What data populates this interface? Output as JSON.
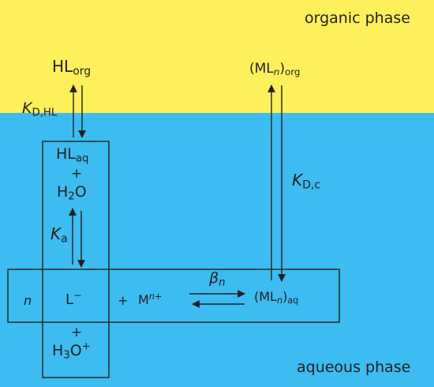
{
  "phases": {
    "organic": {
      "label": "organic phase",
      "color": "#fdf05a"
    },
    "aqueous": {
      "label": "aqueous phase",
      "color": "#3cbcf0"
    }
  },
  "species": {
    "hl_org": {
      "main": "HL",
      "sub": "org"
    },
    "ml_org": {
      "open": "(ML",
      "n": "n",
      "close": ")",
      "sub": "org"
    },
    "hl_aq": {
      "main": "HL",
      "sub": "aq"
    },
    "plus_top": "+",
    "water": {
      "main": "H",
      "sub": "2",
      "tail": "O"
    },
    "coef_n": "n",
    "ligand": {
      "main": "L",
      "sup": "−"
    },
    "plus_mid": "+",
    "metal": {
      "main": "M",
      "sup_n": "n",
      "sup_plus": "+"
    },
    "ml_aq": {
      "open": "(ML",
      "n": "n",
      "close": ")",
      "sub": "aq"
    },
    "plus_bottom": "+",
    "hydronium": {
      "main": "H",
      "sub": "3",
      "tail": "O",
      "sup": "+"
    }
  },
  "constants": {
    "kd_hl": {
      "main": "K",
      "sub": "D,HL"
    },
    "ka": {
      "main": "K",
      "sub": "a"
    },
    "kd_c": {
      "main": "K",
      "sub": "D,c"
    },
    "beta": {
      "main": "β",
      "sub": "n"
    }
  },
  "colors": {
    "ink": "#231f20"
  }
}
